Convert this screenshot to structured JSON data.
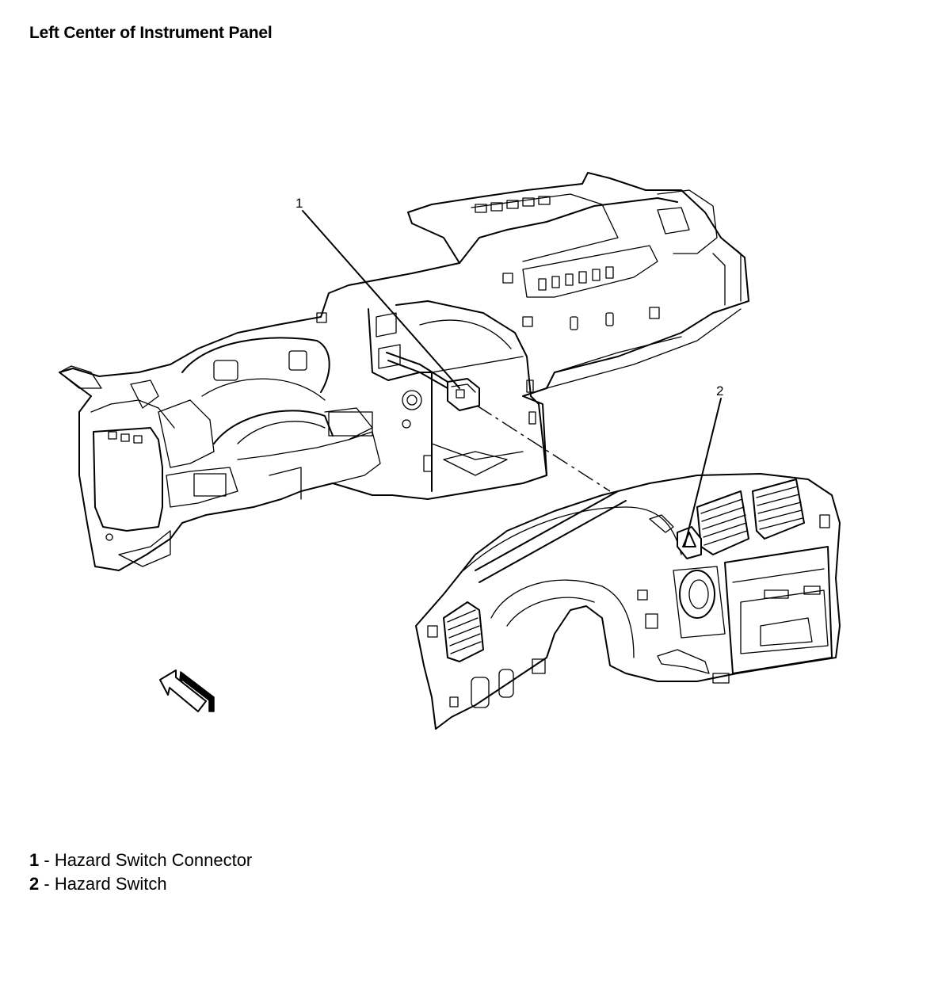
{
  "title": "Left Center of Instrument Panel",
  "callouts": [
    {
      "number": "1"
    },
    {
      "number": "2"
    }
  ],
  "legend": [
    {
      "number": "1",
      "separator": " - ",
      "label": "Hazard Switch Connector"
    },
    {
      "number": "2",
      "separator": " - ",
      "label": "Hazard Switch"
    }
  ]
}
